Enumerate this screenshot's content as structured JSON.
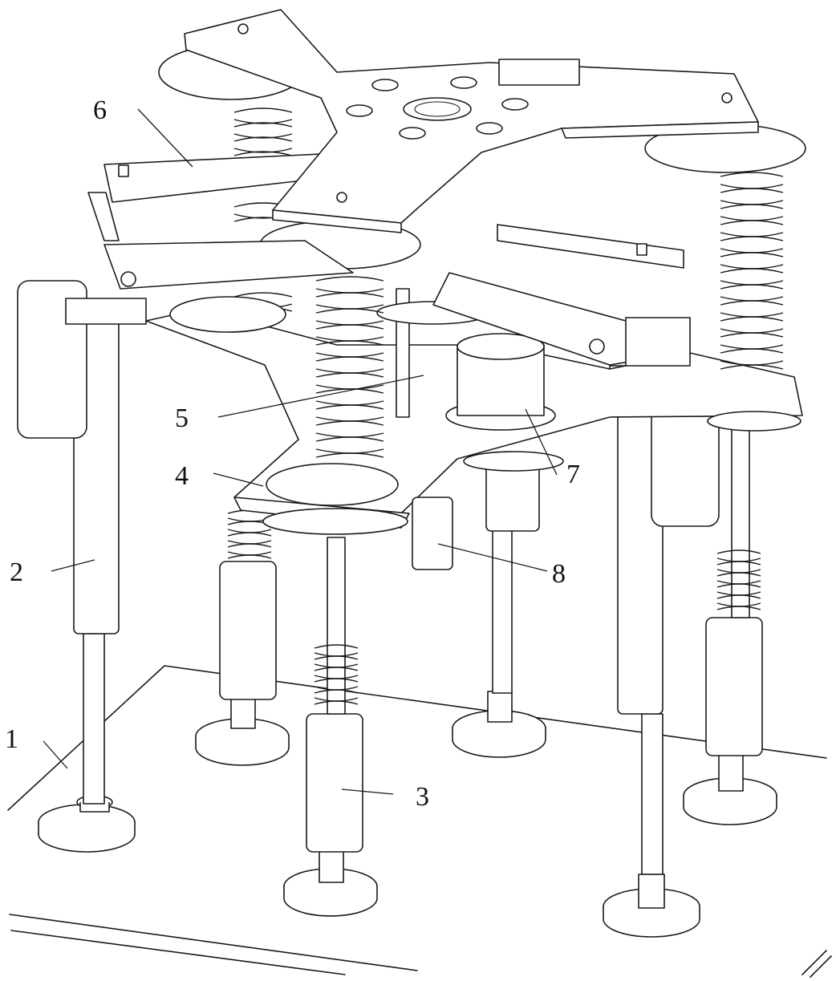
{
  "figure": {
    "type": "mechanical-assembly-drawing",
    "callouts": [
      {
        "id": "label-1",
        "text": "1"
      },
      {
        "id": "label-2",
        "text": "2"
      },
      {
        "id": "label-3",
        "text": "3"
      },
      {
        "id": "label-4",
        "text": "4"
      },
      {
        "id": "label-5",
        "text": "5"
      },
      {
        "id": "label-6",
        "text": "6"
      },
      {
        "id": "label-7",
        "text": "7"
      },
      {
        "id": "label-8",
        "text": "8"
      }
    ],
    "colors": {
      "line": "#1a1a1a",
      "background": "#ffffff"
    }
  }
}
